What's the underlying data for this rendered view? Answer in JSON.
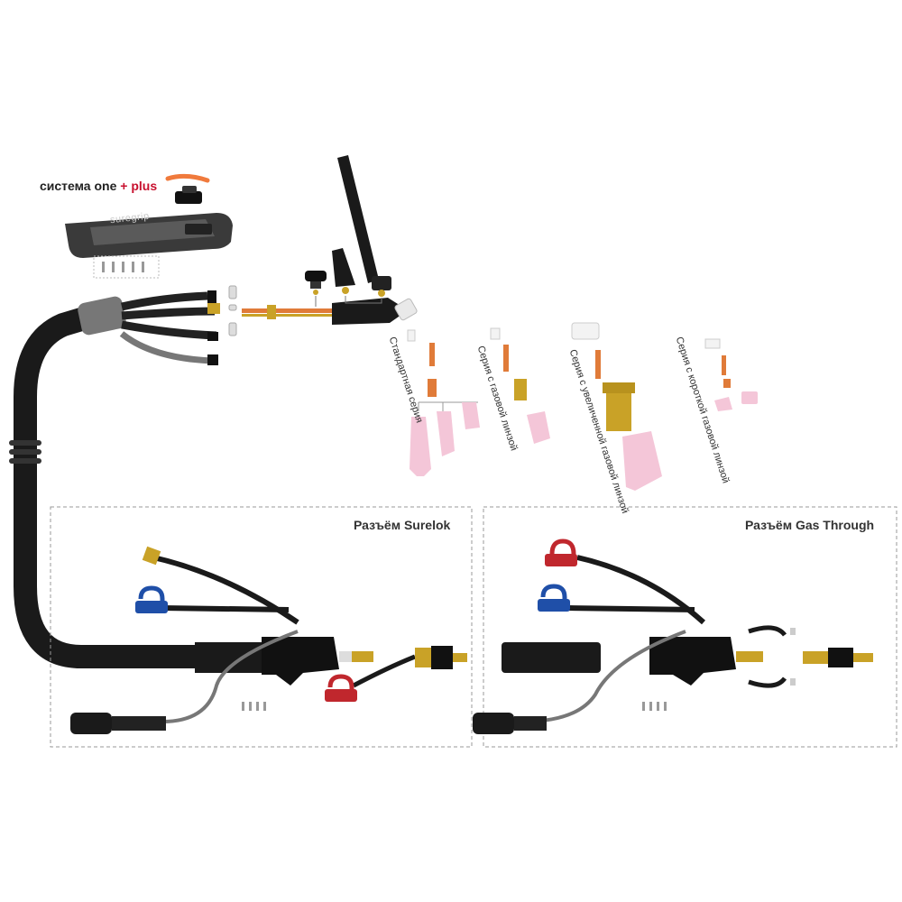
{
  "system_label": {
    "prefix": "система one",
    "plus_sign": "+",
    "plus_word": "plus"
  },
  "brand_text": "suregrip",
  "series_labels": [
    "Стандартная серия",
    "Серия с газовой линзой",
    "Серия с увеличенной газовой линзой",
    "Серия с короткой газовой линзой"
  ],
  "connector_boxes": [
    {
      "title": "Разъём Surelok"
    },
    {
      "title": "Разъём Gas Through"
    }
  ],
  "colors": {
    "cable": "#1a1a1a",
    "handle_grey": "#5a5a5a",
    "ceramic_pink": "#f4c6d8",
    "brass": "#c9a227",
    "copper": "#e07b39",
    "red_cap": "#c0272d",
    "blue_cap": "#1f4fa8",
    "accent_orange": "#f07a3c"
  }
}
